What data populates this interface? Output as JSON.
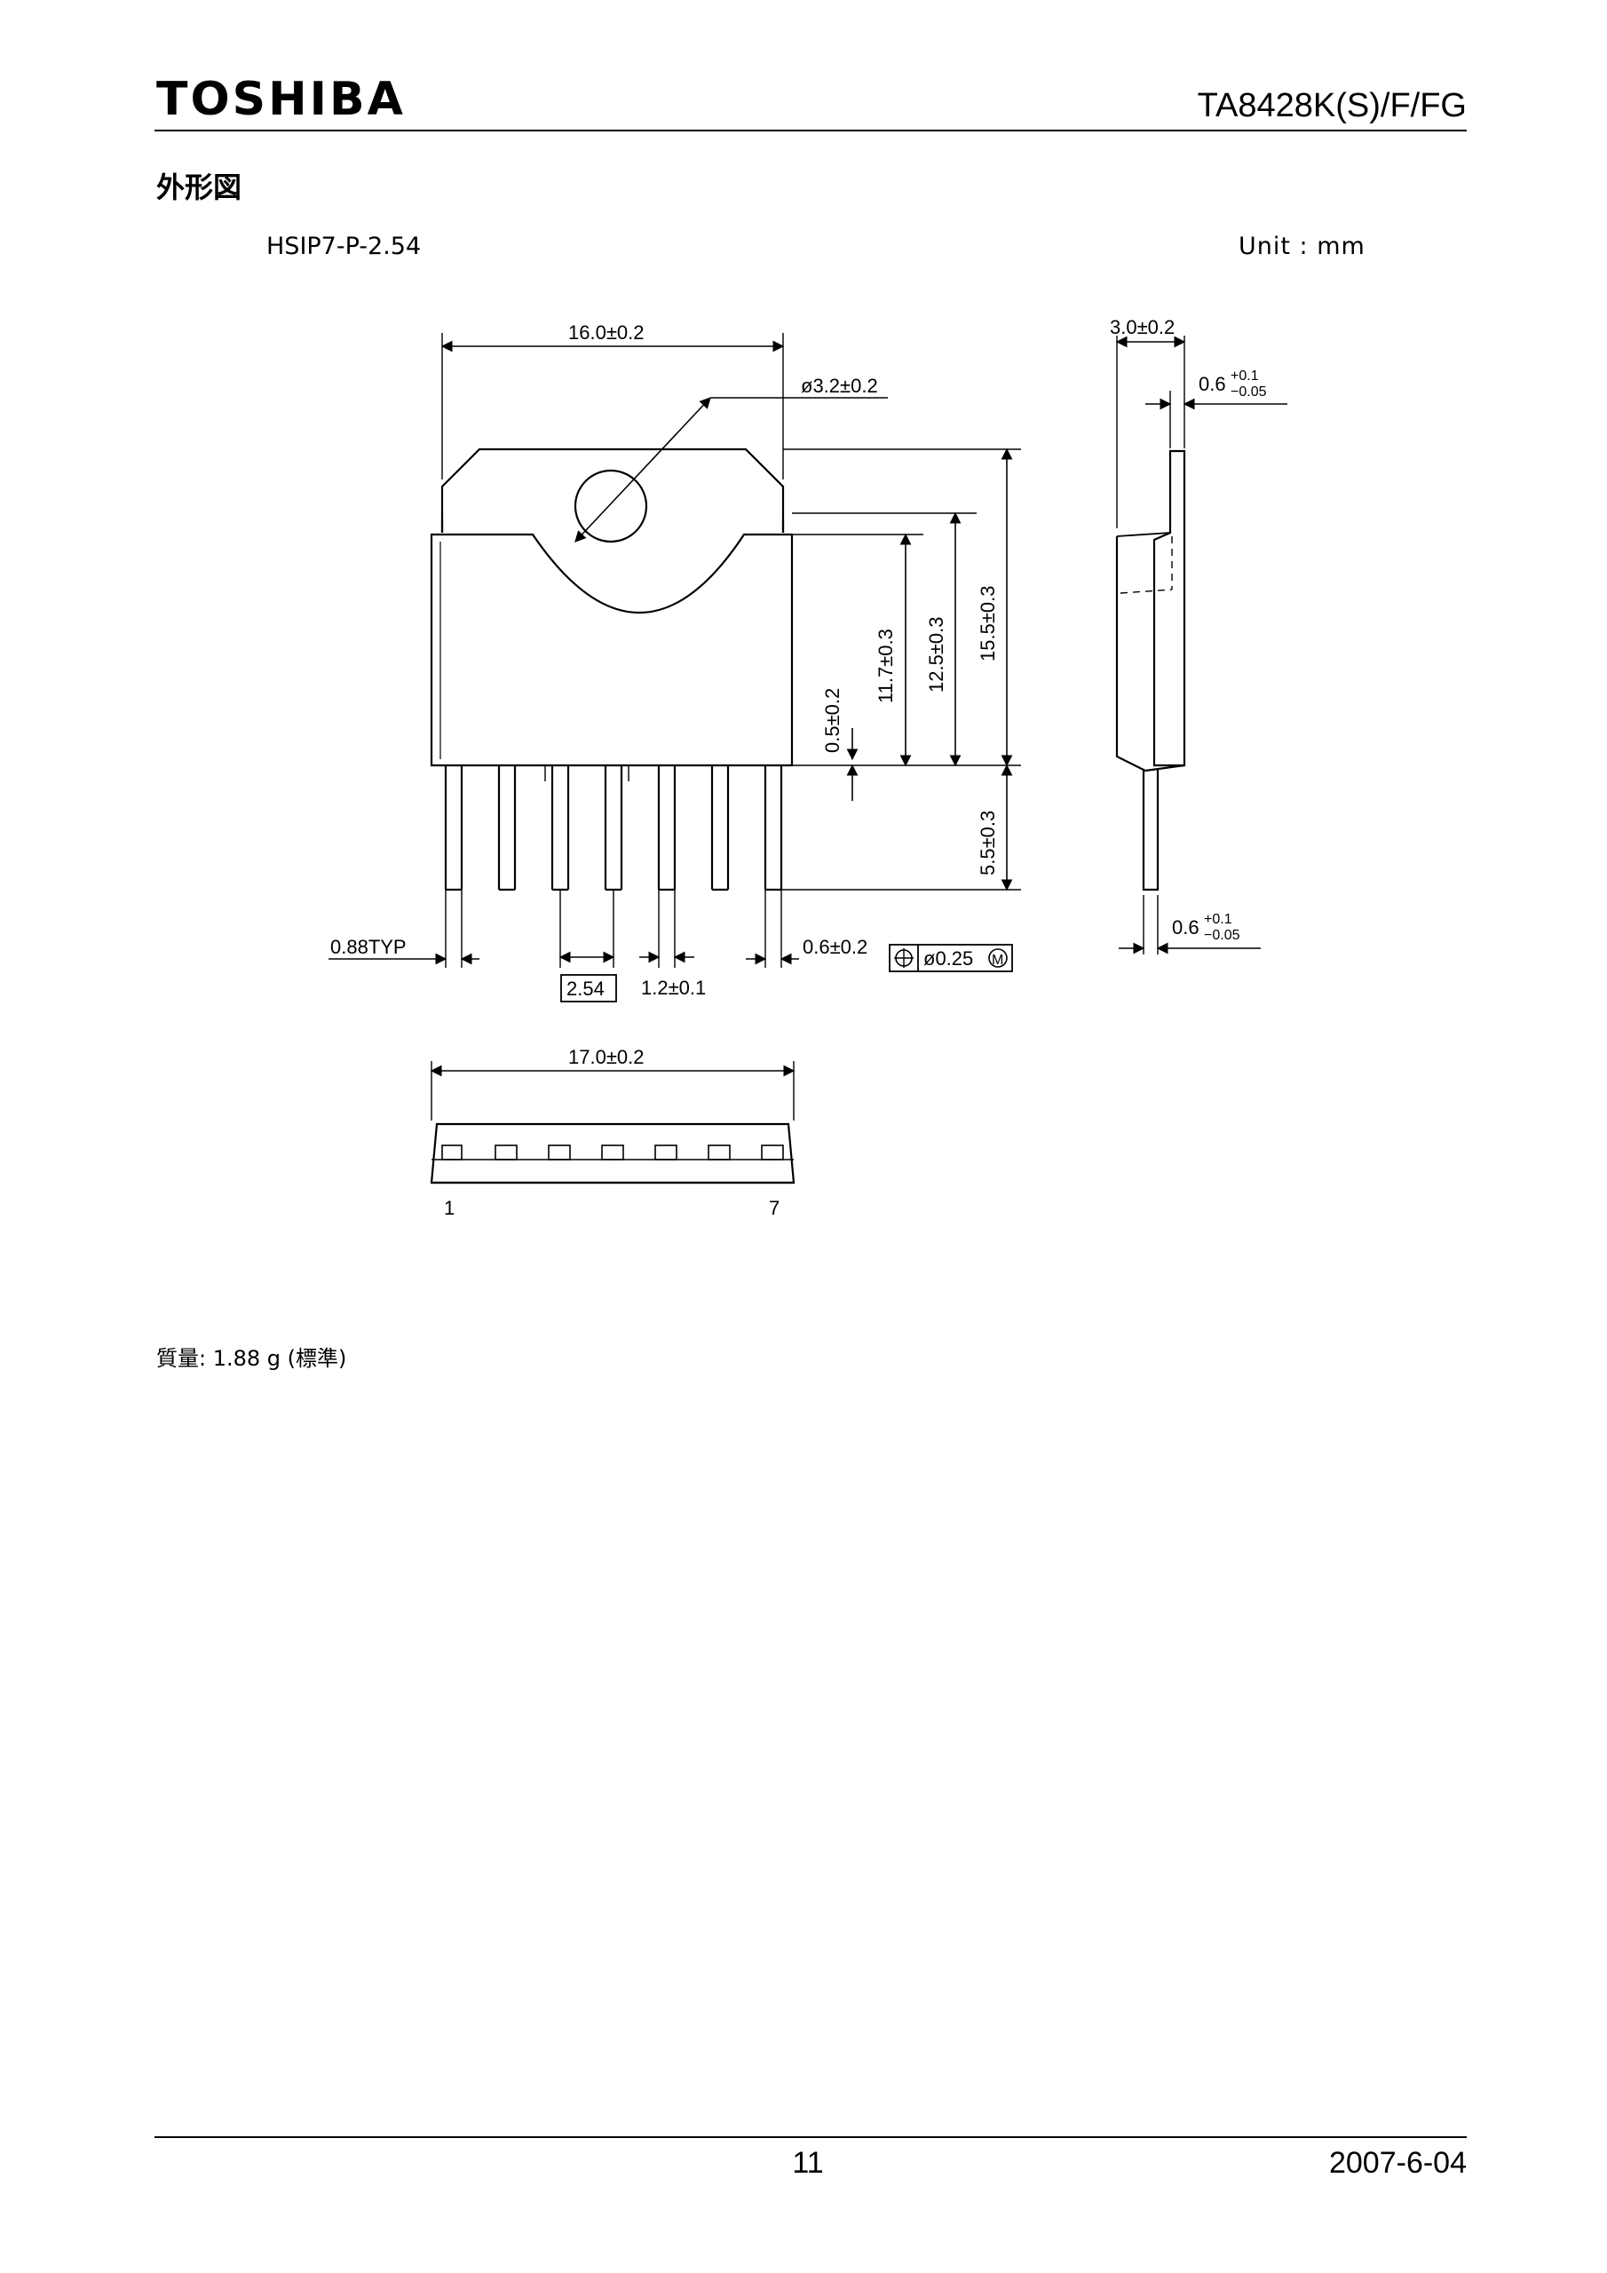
{
  "header": {
    "logo": "TOSHIBA",
    "part_number": "TA8428K(S)/F/FG"
  },
  "section_title": "外形図",
  "package_code": "HSIP7-P-2.54",
  "unit_label": "Unit : mm",
  "drawing": {
    "dims": {
      "width_top": "16.0±0.2",
      "hole_dia": "ø3.2±0.2",
      "thickness": "3.0±0.2",
      "tab_thick_base": "0.6",
      "tab_thick_tol_plus": "+0.1",
      "tab_thick_tol_minus": "−0.05",
      "lead_offset": "0.5±0.2",
      "height_body": "11.7±0.3",
      "height_tab": "12.5±0.3",
      "height_total": "15.5±0.3",
      "lead_length": "5.5±0.3",
      "lead_typ": "0.88TYP",
      "lead_width": "0.6±0.2",
      "pitch": "2.54",
      "pin_spacing": "1.2±0.1",
      "position_tol": "ø0.25",
      "position_symbol": "⊕",
      "mmc_symbol": "M",
      "lead_thick_base": "0.6",
      "lead_thick_tol_plus": "+0.1",
      "lead_thick_tol_minus": "−0.05",
      "bottom_width": "17.0±0.2",
      "pin_first": "1",
      "pin_last": "7"
    }
  },
  "mass_note": "質量: 1.88 g (標準)",
  "footer": {
    "page_number": "11",
    "date": "2007-6-04"
  }
}
